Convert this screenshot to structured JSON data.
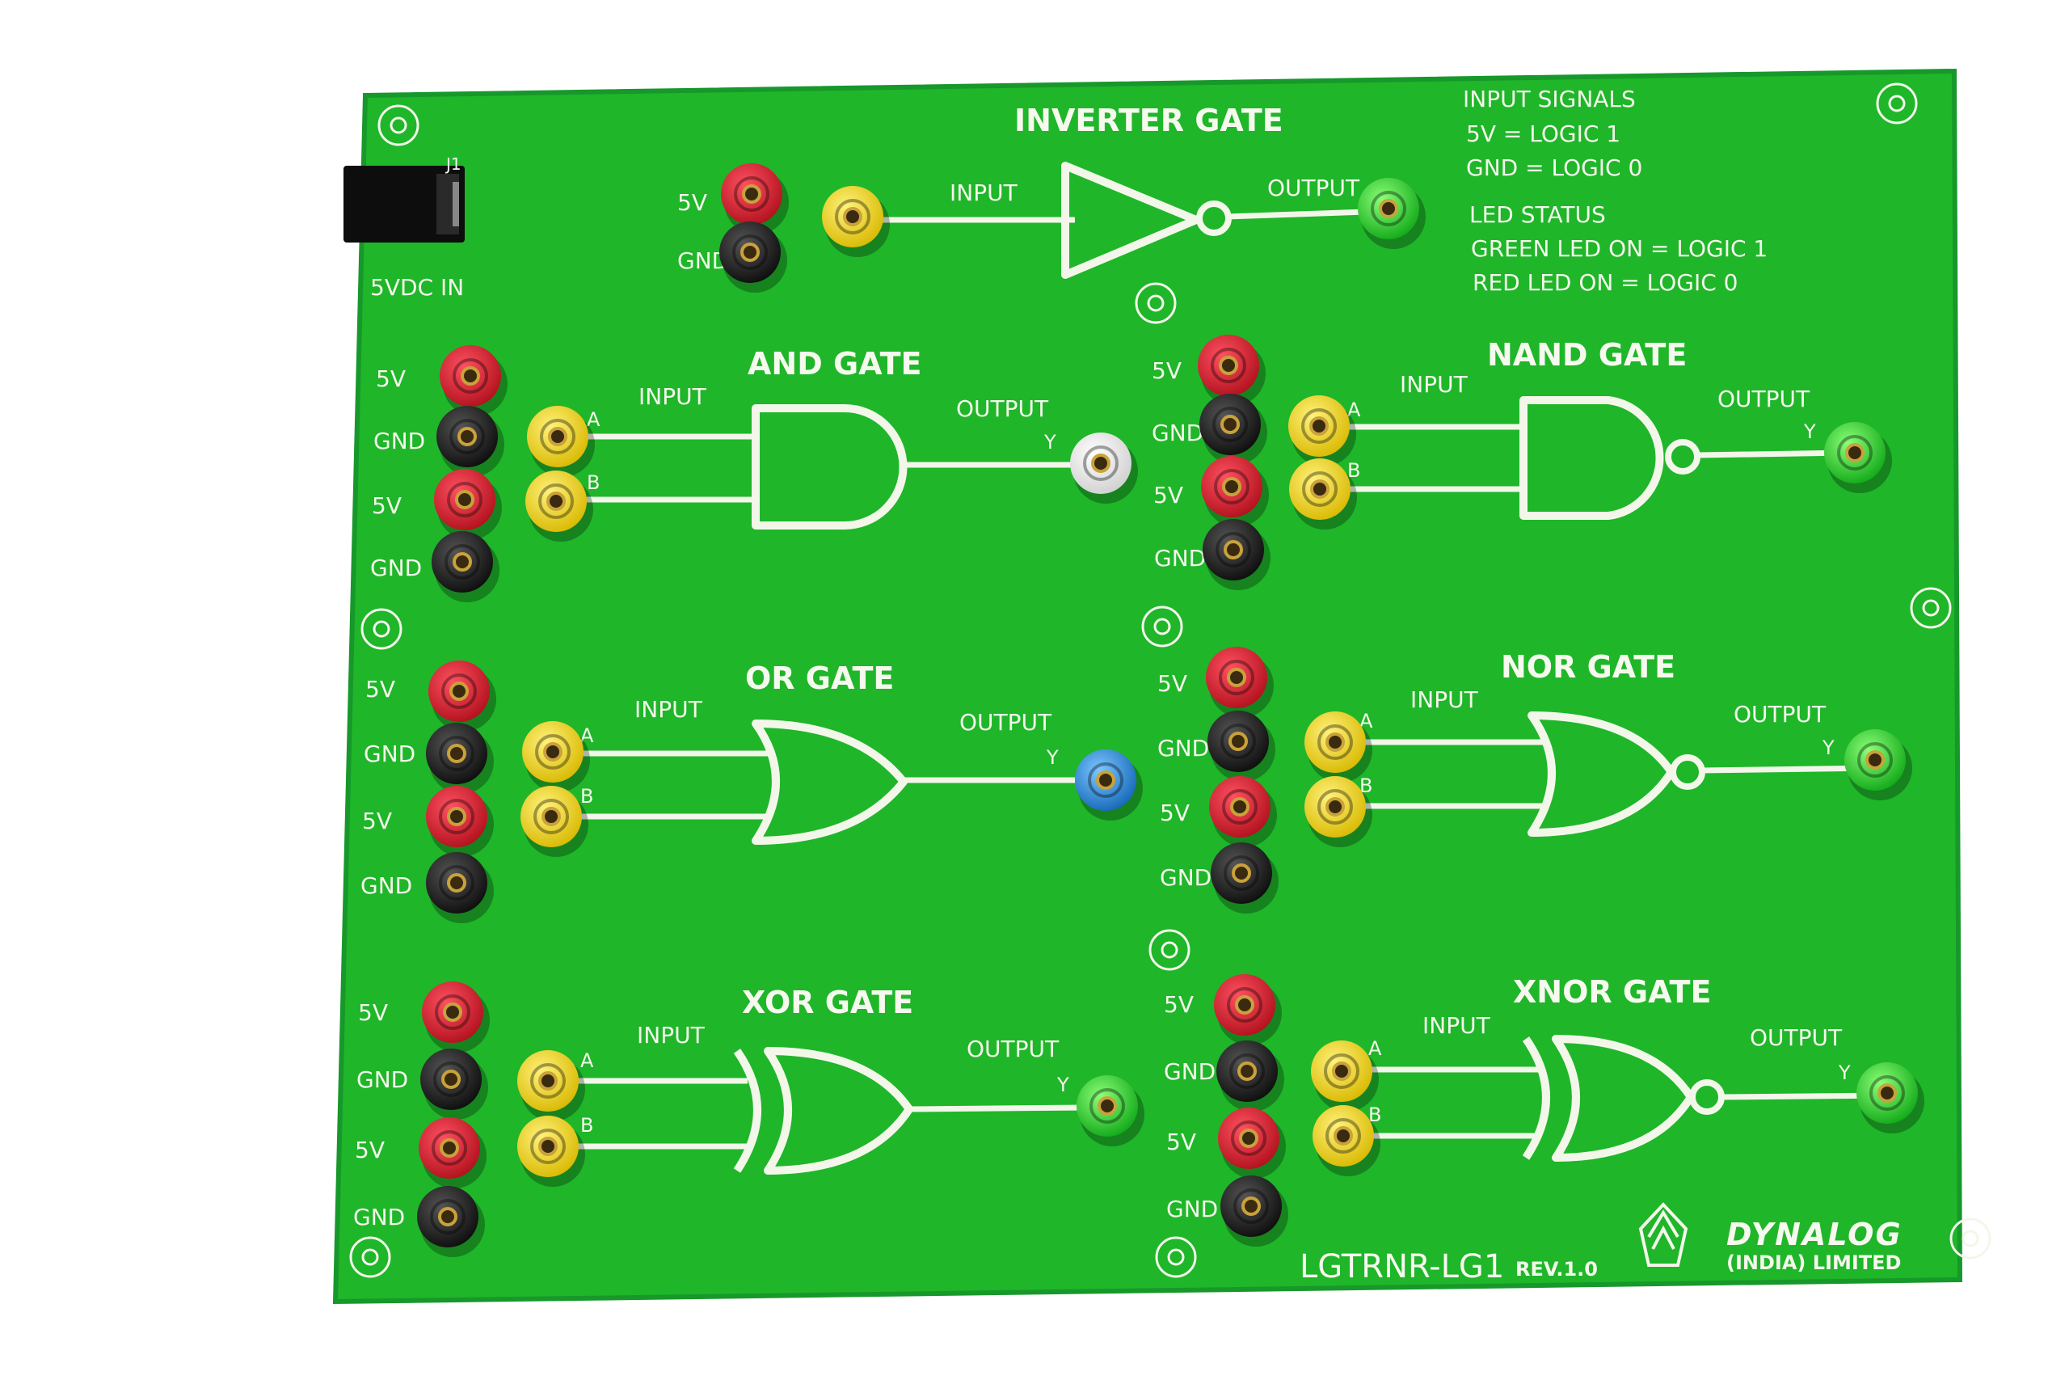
{
  "board": {
    "connector": {
      "ref": "J1",
      "label": "5VDC IN"
    },
    "info": {
      "input_title": "INPUT SIGNALS",
      "line1": "5V = LOGIC 1",
      "line2": "GND = LOGIC 0",
      "led_title": "LED STATUS",
      "line3": "GREEN LED ON = LOGIC 1",
      "line4": "RED  LED ON = LOGIC 0"
    },
    "labels": {
      "v5": "5V",
      "gnd": "GND",
      "input": "INPUT",
      "output": "OUTPUT",
      "a": "A",
      "b": "B",
      "y": "Y"
    },
    "gates": {
      "inverter": "INVERTER GATE",
      "and": "AND GATE",
      "nand": "NAND GATE",
      "or": "OR GATE",
      "nor": "NOR GATE",
      "xor": "XOR GATE",
      "xnor": "XNOR GATE"
    },
    "model": "LGTRNR-LG1",
    "rev": "REV.1.0",
    "maker": {
      "line1": "DYNALOG",
      "line2": "(INDIA) LIMITED"
    },
    "colors": {
      "pcb": "#1fb62a",
      "red": "#d81e2a",
      "black": "#1a1a1a",
      "yellow": "#f3dd18",
      "green": "#22d11e",
      "white": "#f4f4f4",
      "blue": "#2a86d6",
      "silk": "#f3f7ea"
    }
  }
}
